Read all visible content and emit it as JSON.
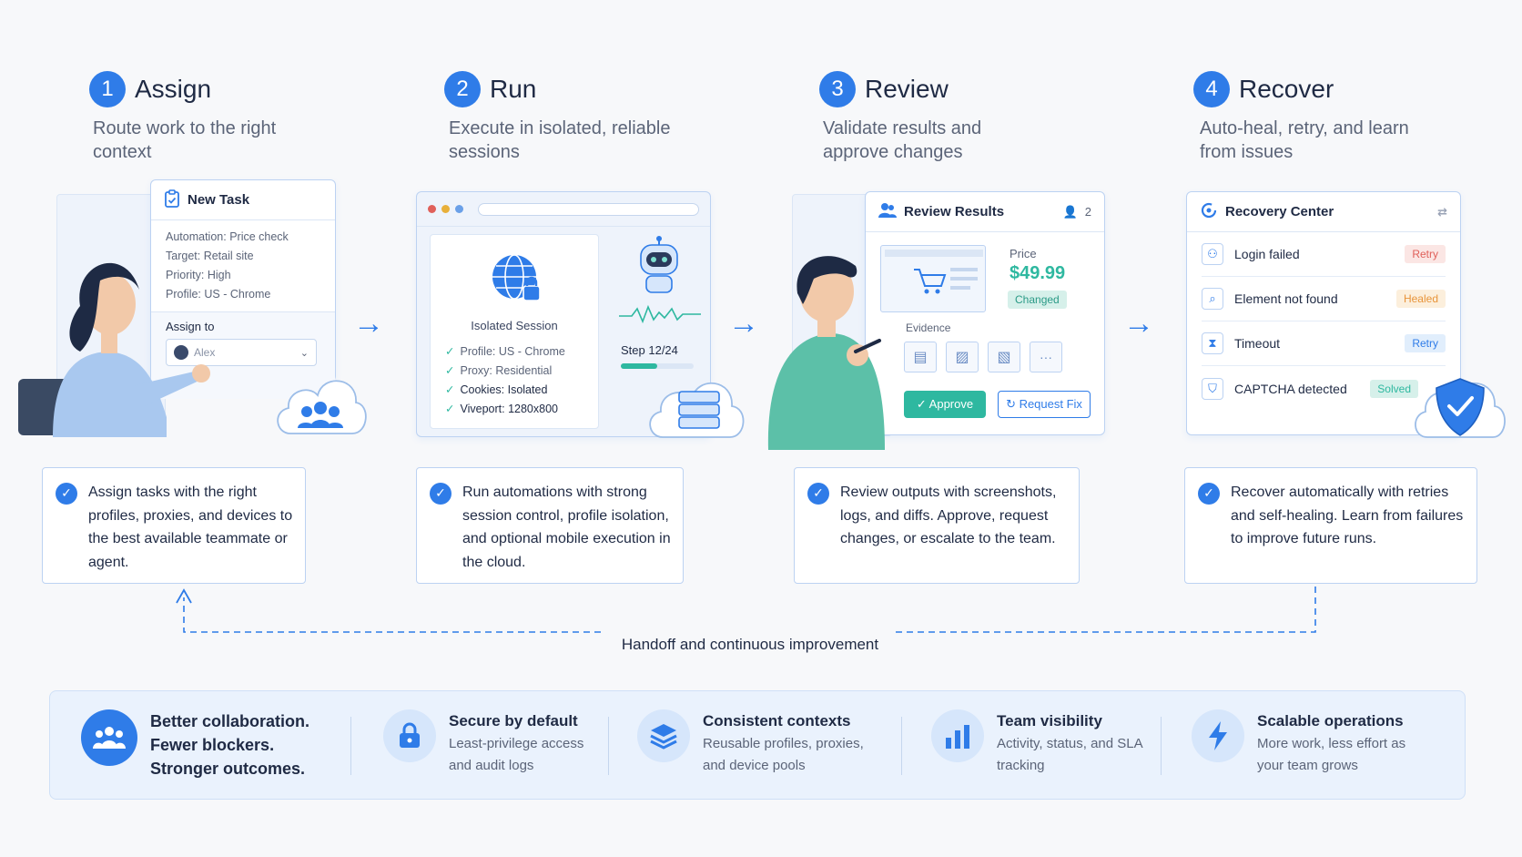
{
  "steps": [
    {
      "num": "1",
      "title": "Assign",
      "subtitle": "Route work to the right context"
    },
    {
      "num": "2",
      "title": "Run",
      "subtitle": "Execute in isolated, reliable sessions"
    },
    {
      "num": "3",
      "title": "Review",
      "subtitle": "Validate results and approve changes"
    },
    {
      "num": "4",
      "title": "Recover",
      "subtitle": "Auto-heal, retry, and learn from issues"
    }
  ],
  "assign_card": {
    "title": "New Task",
    "automation_label": "Automation:",
    "automation_value": "Price check",
    "target_label": "Target:",
    "target_value": "Retail site",
    "priority_label": "Priority:",
    "priority_value": "High",
    "profile_label": "Profile:",
    "profile_value": "US - Chrome",
    "assign_label": "Assign to",
    "assign_value": "Alex"
  },
  "run_card": {
    "session_title": "Isolated Session",
    "profile_label": "Profile:",
    "profile_value": "US - Chrome",
    "proxy_label": "Proxy:",
    "proxy_value": "Residential",
    "cookies_label": "Cookies:",
    "cookies_value": "Isolated",
    "viewport_label": "Viveport:",
    "viewport_value": "1280x800",
    "step_label": "Step 12/24",
    "progress": 0.5
  },
  "review_card": {
    "title": "Review Results",
    "user_count": "2",
    "price_label": "Price",
    "price_value": "$49.99",
    "changed_label": "Changed",
    "evidence_label": "Evidence",
    "more_label": "···",
    "approve_label": "✓ Approve",
    "request_fix_label": "↻ Request Fix"
  },
  "recover_card": {
    "title": "Recovery Center",
    "items": [
      {
        "label": "Login failed",
        "status": "Retry"
      },
      {
        "label": "Element not found",
        "status": "Healed"
      },
      {
        "label": "Timeout",
        "status": "Retry"
      },
      {
        "label": "CAPTCHA detected",
        "status": "Solved"
      }
    ]
  },
  "descriptions": [
    "Assign tasks with the right profiles, proxies, and devices to the best available teammate or agent.",
    "Run automations with strong session control, profile isolation, and optional mobile execution in the cloud.",
    "Review outputs with screenshots, logs, and diffs. Approve, request changes, or escalate to the team.",
    "Recover automatically with retries and self-healing. Learn from failures to improve future runs."
  ],
  "loop_label": "Handoff and continuous improvement",
  "features": [
    {
      "title": "Better collaboration. Fewer blockers. Stronger outcomes.",
      "text": "",
      "icon": "team-icon"
    },
    {
      "title": "Secure by default",
      "text": "Least-privilege access and audit logs",
      "icon": "lock-icon"
    },
    {
      "title": "Consistent contexts",
      "text": "Reusable profiles, proxies, and device pools",
      "icon": "layers-icon"
    },
    {
      "title": "Team visibility",
      "text": "Activity, status, and SLA tracking",
      "icon": "bar-chart-icon"
    },
    {
      "title": "Scalable operations",
      "text": "More work, less effort as your team grows",
      "icon": "lightning-icon"
    }
  ],
  "colors": {
    "accent": "#2f7ce8",
    "teal": "#2eb8a0",
    "orange": "#e8943a",
    "red": "#e0605a"
  }
}
